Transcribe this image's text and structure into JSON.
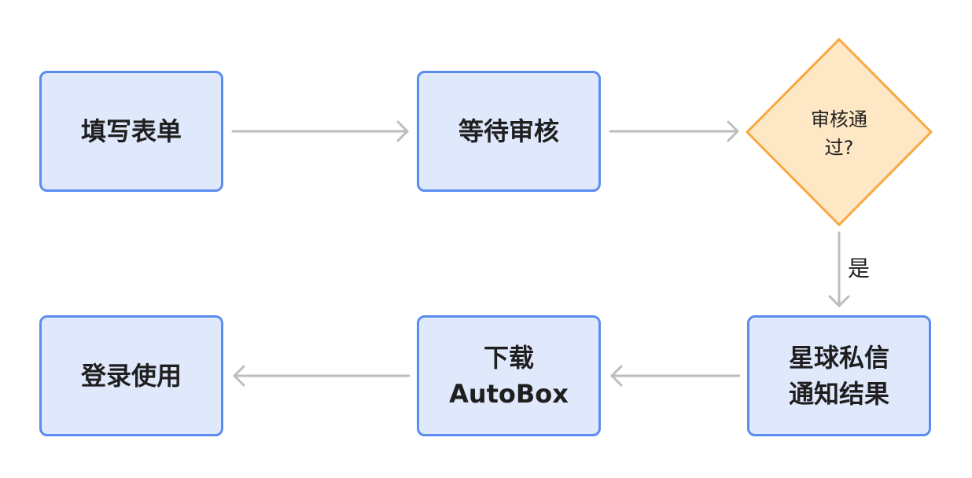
{
  "colors": {
    "node_fill": "#e0e9fc",
    "node_border": "#5b8def",
    "decision_fill": "#fde7c5",
    "decision_border": "#f9a73e",
    "edge": "#bdbdbd",
    "text": "#1f1f1f"
  },
  "nodes": {
    "fill_form": {
      "label": "填写表单"
    },
    "wait_review": {
      "label": "等待审核"
    },
    "review_passed": {
      "line1": "审核通",
      "line2": "过?"
    },
    "notify_result": {
      "line1": "星球私信",
      "line2": "通知结果"
    },
    "download": {
      "line1": "下载",
      "line2": "AutoBox"
    },
    "login_use": {
      "label": "登录使用"
    }
  },
  "edges": {
    "yes_label": "是"
  }
}
